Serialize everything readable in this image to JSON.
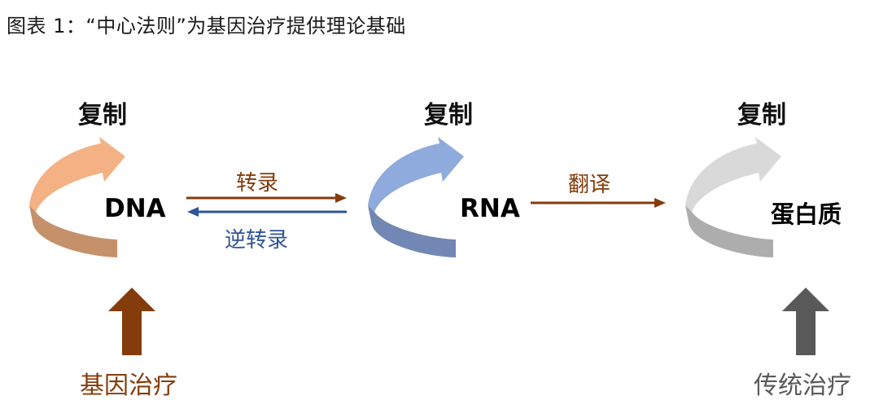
{
  "title": "图表 1：“中心法则”为基因治疗提供理论基础",
  "nodes": [
    {
      "id": "dna",
      "label": "DNA",
      "replication_label": "复制",
      "cycle_color_top": "#F4B183",
      "cycle_color_bottom": "#C5916A"
    },
    {
      "id": "rna",
      "label": "RNA",
      "replication_label": "复制",
      "cycle_color_top": "#8FAADC",
      "cycle_color_bottom": "#7387B4"
    },
    {
      "id": "protein",
      "label": "蛋白质",
      "replication_label": "复制",
      "cycle_color_top": "#D9D9D9",
      "cycle_color_bottom": "#ADADAD"
    }
  ],
  "edges": [
    {
      "from": "dna",
      "to": "rna",
      "label": "转录",
      "color": "#843C0C"
    },
    {
      "from": "rna",
      "to": "dna",
      "label": "逆转录",
      "color": "#2F5597"
    },
    {
      "from": "rna",
      "to": "protein",
      "label": "翻译",
      "color": "#843C0C"
    }
  ],
  "interventions": [
    {
      "target": "dna",
      "label": "基因治疗",
      "color": "#843C0C"
    },
    {
      "target": "protein",
      "label": "传统治疗",
      "color": "#595959"
    }
  ]
}
